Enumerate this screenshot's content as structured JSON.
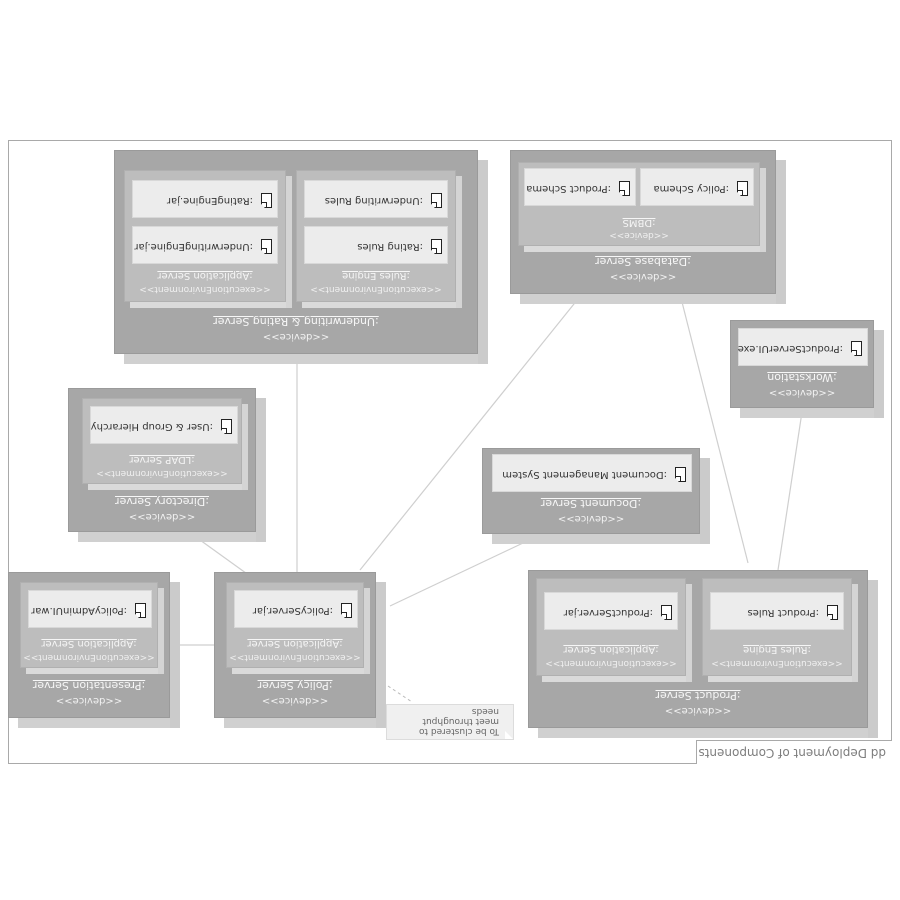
{
  "frame": {
    "title": "dd Deployment of Components"
  },
  "nodes": {
    "uw_server": {
      "stereotype": "<<device>>",
      "name": ":Underwriting & Rating Server",
      "app_env": {
        "stereotype": "<<executionEnvironment>>",
        "name": ":Application Server",
        "artifacts": [
          ":RatingEngine.jar",
          ":UnderwritingEngine.jar"
        ]
      },
      "rules_env": {
        "stereotype": "<<executionEnvironment>>",
        "name": ":Rules Engine",
        "artifacts": [
          ":Underwriting Rules",
          ":Rating Rules"
        ]
      }
    },
    "db_server": {
      "stereotype": "<<device>>",
      "name": ":Database Server",
      "dbms": {
        "stereotype": "<<device>>",
        "name": ":DBMS",
        "artifacts": [
          ":Product Schema",
          ":Policy Schema"
        ]
      }
    },
    "workstation": {
      "stereotype": "<<device>>",
      "name": ":Workstation",
      "artifacts": [
        ":ProductServerUI.exe"
      ]
    },
    "directory_server": {
      "stereotype": "<<device>>",
      "name": ":Directory Server",
      "ldap": {
        "stereotype": "<<executionEnvironment>>",
        "name": ":LDAP Server",
        "artifacts": [
          ":User & Group Hierarchy"
        ]
      }
    },
    "document_server": {
      "stereotype": "<<device>>",
      "name": ":Document Server",
      "artifacts": [
        ":Document Management System"
      ]
    },
    "presentation_server": {
      "stereotype": "<<device>>",
      "name": ":Presentation Server",
      "app_env": {
        "stereotype": "<<executionEnvironment>>",
        "name": ":Application Server",
        "artifacts": [
          ":PolicyAdminUI.war"
        ]
      }
    },
    "policy_server": {
      "stereotype": "<<device>>",
      "name": ":Policy Server",
      "app_env": {
        "stereotype": "<<executionEnvironment>>",
        "name": ":Application Server",
        "artifacts": [
          ":PolicyServer.jar"
        ]
      }
    },
    "product_server": {
      "stereotype": "<<device>>",
      "name": ":Product Server",
      "app_env": {
        "stereotype": "<<executionEnvironment>>",
        "name": ":Application Server",
        "artifacts": [
          ":ProductServer.jar"
        ]
      },
      "rules_env": {
        "stereotype": "<<executionEnvironment>>",
        "name": ":Rules Engine",
        "artifacts": [
          ":Product Rules"
        ]
      }
    }
  },
  "note": {
    "lines": [
      "To be clustered to",
      "meet throughput",
      "needs"
    ]
  }
}
